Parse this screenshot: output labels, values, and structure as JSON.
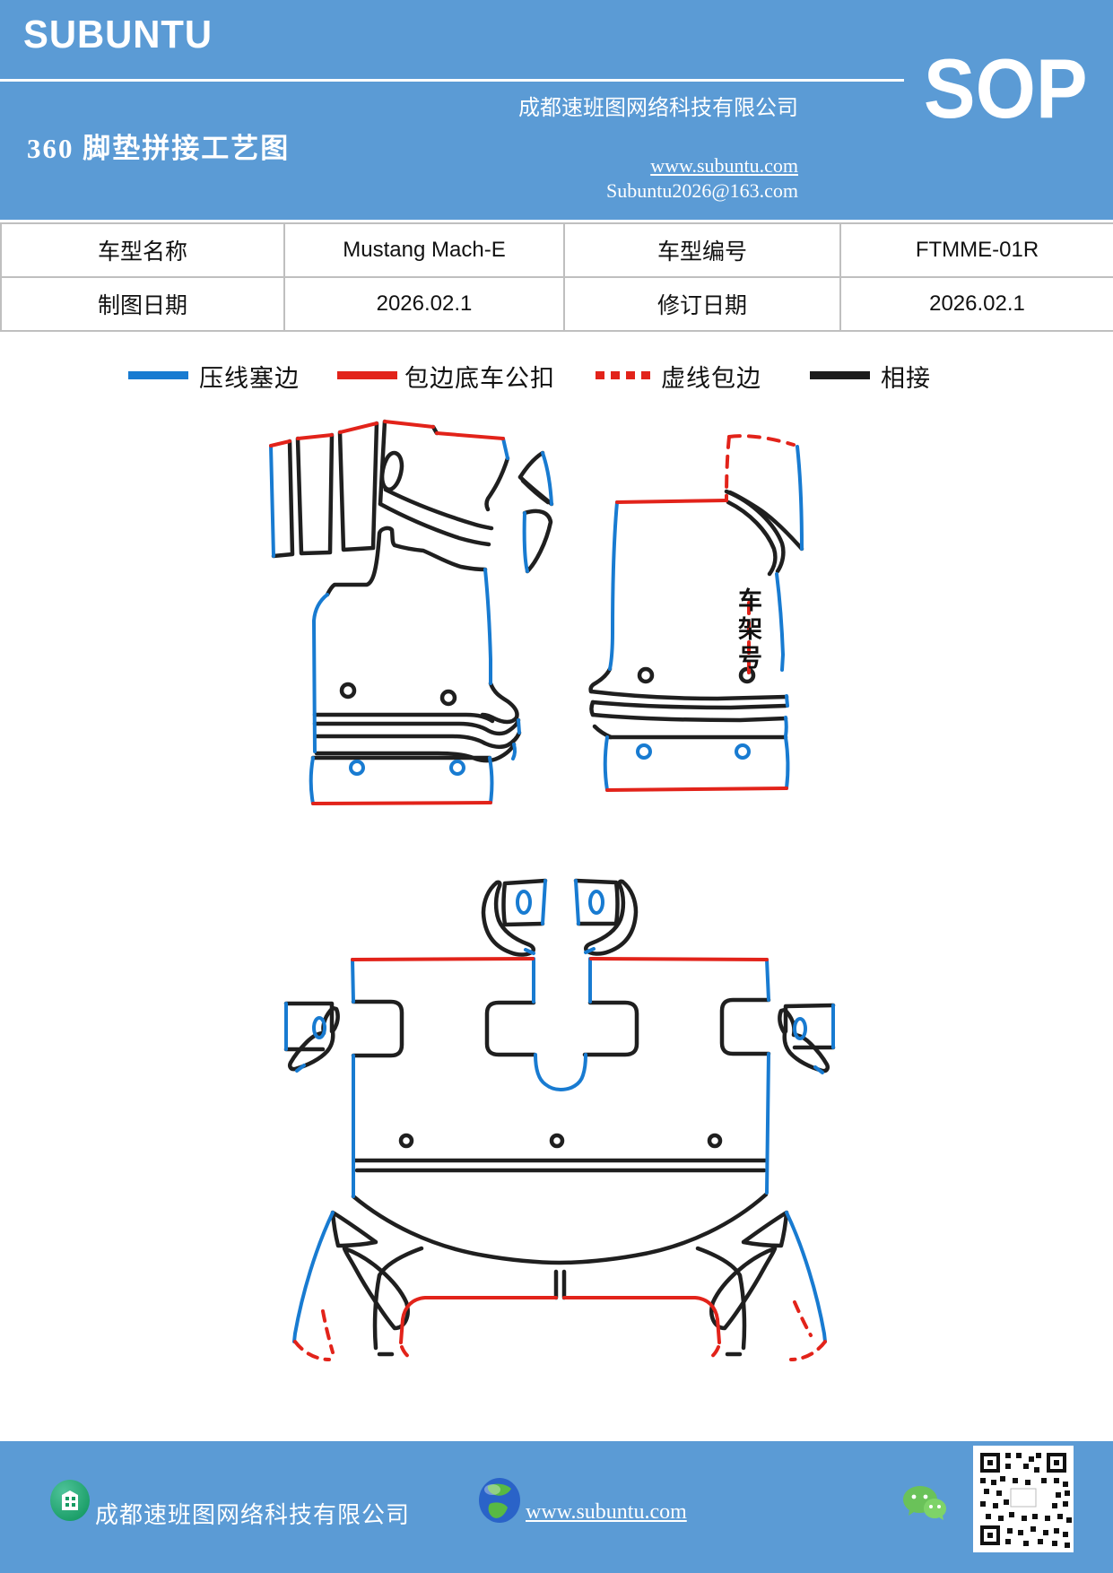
{
  "header": {
    "logo": "SUBUNTU",
    "company": "成都速班图网络科技有限公司",
    "title": "360 脚垫拼接工艺图",
    "website": "www.subuntu.com",
    "email": "Subuntu2026@163.com",
    "doc_type": "SOP"
  },
  "info_table": {
    "rows": [
      [
        "车型名称",
        "Mustang Mach-E",
        "车型编号",
        "FTMME-01R"
      ],
      [
        "制图日期",
        "2026.02.1",
        "修订日期",
        "2026.02.1"
      ]
    ]
  },
  "legend": {
    "items": [
      {
        "label": "压线塞边",
        "color": "#187bd1",
        "style": "solid",
        "css": "background:#187bd1"
      },
      {
        "label": "包边底车公扣",
        "color": "#e2231a",
        "style": "solid",
        "css": "background:#e2231a"
      },
      {
        "label": "虚线包边",
        "color": "#e2231a",
        "style": "dashed",
        "css": "background:repeating-linear-gradient(90deg,#e2231a 0 10px,#ffffff 10px 17px)"
      },
      {
        "label": "相接",
        "color": "#1c1c1c",
        "style": "solid",
        "css": "background:#1c1c1c"
      }
    ]
  },
  "diagram": {
    "vin_label": "车架号"
  },
  "footer": {
    "company": "成都速班图网络科技有限公司",
    "website": "www.subuntu.com"
  },
  "colors": {
    "banner_blue": "#5b9bd5",
    "line_blue": "#187bd1",
    "line_red": "#e2231a",
    "line_black": "#1c1c1c"
  }
}
